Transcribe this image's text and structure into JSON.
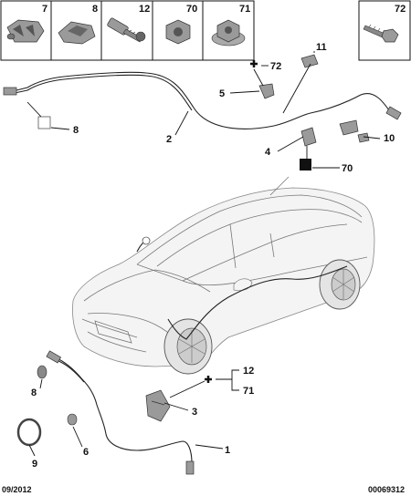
{
  "header_refs": {
    "box_7": "7",
    "box_8": "8",
    "box_12": "12",
    "box_70": "70",
    "box_71": "71",
    "box_72": "72"
  },
  "callouts": {
    "c11": "11",
    "c72": "72",
    "c5": "5",
    "c2": "2",
    "c8_top": "8",
    "c4": "4",
    "c10": "10",
    "c70": "70",
    "c12": "12",
    "c71": "71",
    "c3": "3",
    "c8_bottom": "8",
    "c9": "9",
    "c6": "6",
    "c1": "1"
  },
  "footer": {
    "date": "09/2012",
    "code": "00069312"
  }
}
